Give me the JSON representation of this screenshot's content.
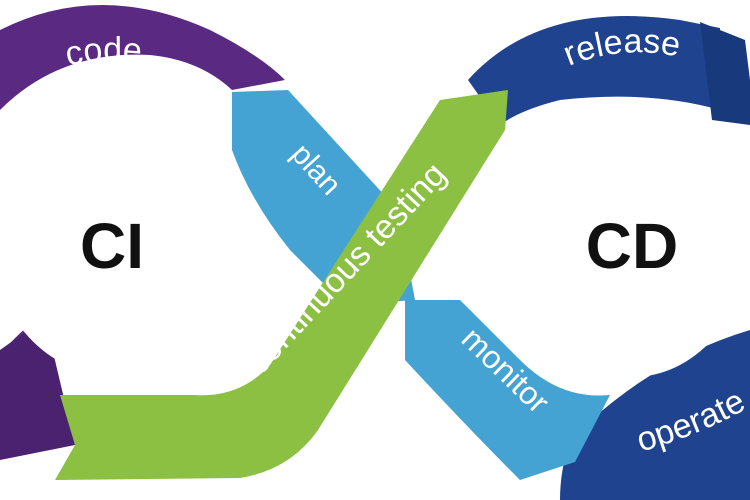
{
  "diagram": {
    "left_loop": {
      "center_label": "CI",
      "segments": {
        "code": "code",
        "plan": "plan"
      }
    },
    "right_loop": {
      "center_label": "CD",
      "segments": {
        "release": "release",
        "monitor": "monitor",
        "operate": "operate"
      }
    },
    "crossing": {
      "continuous_testing": "continuous testing"
    },
    "colors": {
      "code": "#5a2a82",
      "code_arrow": "#4a2270",
      "plan": "#44a3d3",
      "monitor": "#44a3d3",
      "release": "#20438f",
      "operate": "#20438f",
      "release_arrow": "#183a7d",
      "continuous_testing": "#8cc043",
      "background": "#ffffff",
      "center_text": "#111111"
    }
  }
}
